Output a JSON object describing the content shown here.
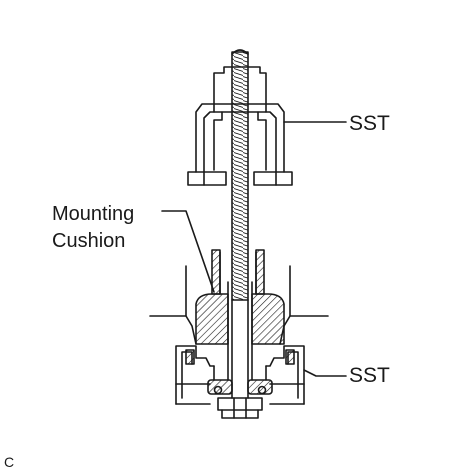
{
  "labels": {
    "sst_top": "SST",
    "mounting_cushion_line1": "Mounting",
    "mounting_cushion_line2": "Cushion",
    "sst_bottom": "SST",
    "figure_code": "C"
  },
  "colors": {
    "line": "#1a1a1a",
    "background": "#ffffff"
  }
}
